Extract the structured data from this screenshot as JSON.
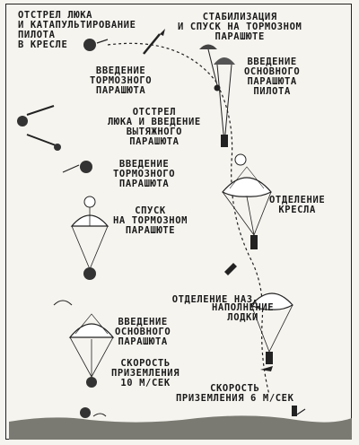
{
  "labels": {
    "hatch_eject": "ОТСТРЕЛ ЛЮКА\nИ КАТАПУЛЬТИРОВАНИЕ\nПИЛОТА\nВ КРЕСЛЕ",
    "stabilization": "СТАБИЛИЗАЦИЯ\nИ СПУСК НА ТОРМОЗНОМ\nПАРАШЮТЕ",
    "drogue_deploy_1": "ВВЕДЕНИЕ\nТОРМОЗНОГО\nПАРАШЮТА",
    "main_deploy_right": "ВВЕДЕНИЕ\nОСНОВНОГО\nПАРАШЮТА\nПИЛОТА",
    "hatch_pilot_chute": "ОТСТРЕЛ\nЛЮКА И ВВЕДЕНИЕ\nВЫТЯЖНОГО\nПАРАШЮТА",
    "drogue_deploy_2": "ВВЕДЕНИЕ\nТОРМОЗНОГО\nПАРАШЮТА",
    "seat_separation": "ОТДЕЛЕНИЕ\nКРЕСЛА",
    "drogue_descent": "СПУСК\nНА ТОРМОЗНОМ\nПАРАШЮТЕ",
    "nz_separation": "ОТДЕЛЕНИЕ НАЗ",
    "nz_sub": "А",
    "boat_inflation": "НАПОЛНЕНИЕ\nЛОДКИ",
    "main_deploy_left": "ВВЕДЕНИЕ\nОСНОВНОГО\nПАРАШЮТА",
    "landing_speed_left": "СКОРОСТЬ\nПРИЗЕМЛЕНИЯ\n10 М/СЕК",
    "landing_speed_right": "СКОРОСТЬ\nПРИЗЕМЛЕНИЯ 6 М/СЕК"
  }
}
